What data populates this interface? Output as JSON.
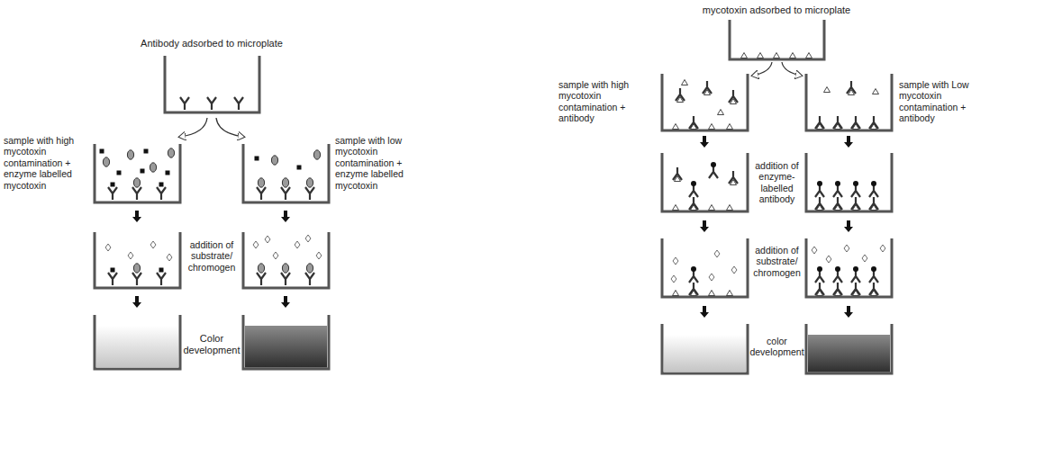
{
  "diagram": {
    "labels": [
      "Antibody adsorbed to microplate",
      "sample with high mycotoxin contamination + enzyme labelled mycotoxin",
      "sample with low mycotoxin contamination + enzyme labelled mycotoxin",
      "addition of substrate/ chromogen",
      "Color development",
      "mycotoxin adsorbed to microplate",
      "sample with high mycotoxin contamination + antibody",
      "sample with Low mycotoxin contamination + antibody",
      "addition of enzyme-labelled antibody",
      "addition of substrate/ chromogen",
      "color development"
    ]
  }
}
